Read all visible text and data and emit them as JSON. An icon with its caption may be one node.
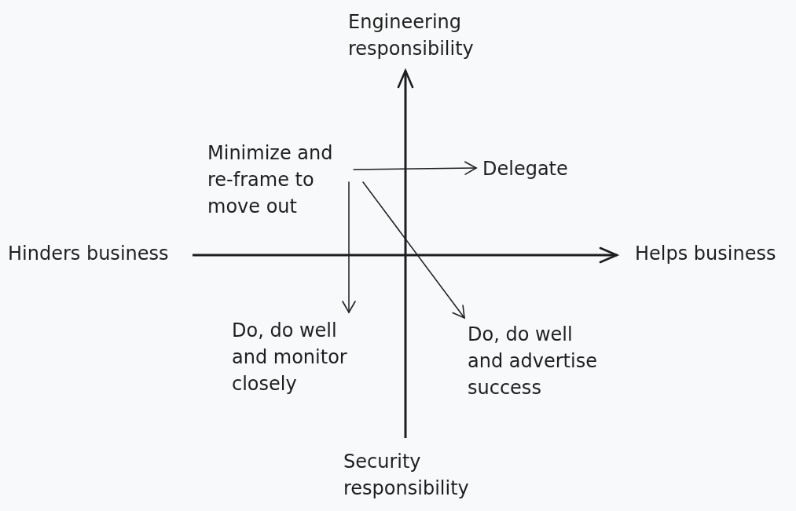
{
  "diagram": {
    "nodes": [
      {
        "text": [
          "Minimize and re-frame to move out"
        ]
      },
      {
        "text": [
          "Delegate"
        ]
      },
      {
        "text": [
          "Do, do well and monitor closely"
        ]
      },
      {
        "text": [
          "Do, do well and advertise success"
        ]
      }
    ],
    "edges": [
      {
        "from": 0,
        "to": 1,
        "arrow": "to"
      },
      {
        "from": 0,
        "to": 2,
        "arrow": "to"
      },
      {
        "from": 0,
        "to": 3,
        "arrow": "to"
      }
    ],
    "labels": [
      "Engineering responsibility",
      "Hinders business",
      "Helps business",
      "Security responsibility"
    ]
  }
}
